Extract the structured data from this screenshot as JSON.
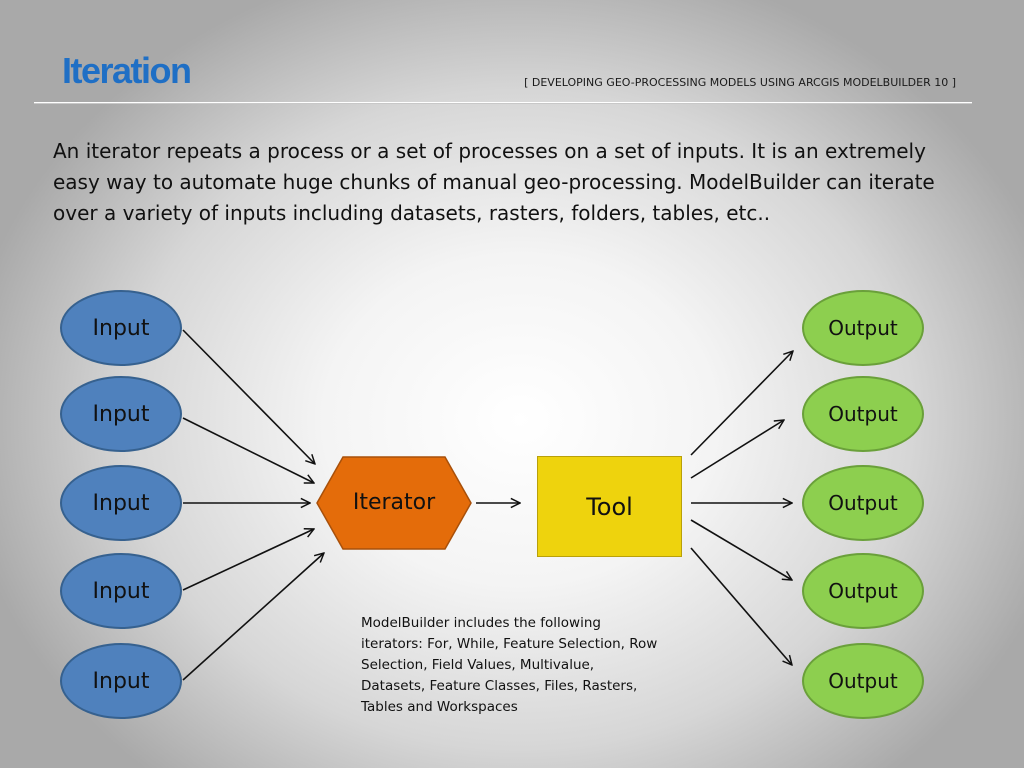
{
  "header": {
    "title": "Iteration",
    "subtitle": "[ DEVELOPING GEO-PROCESSING MODELS USING ARCGIS MODELBUILDER 10 ]"
  },
  "intro": "An iterator repeats a process or a set of processes on a set of inputs. It is an extremely easy way to automate huge chunks of manual geo-processing. ModelBuilder can iterate over a variety of inputs including datasets, rasters, folders, tables, etc..",
  "diagram": {
    "inputs": [
      "Input",
      "Input",
      "Input",
      "Input",
      "Input"
    ],
    "iterator": "Iterator",
    "tool": "Tool",
    "outputs": [
      "Output",
      "Output",
      "Output",
      "Output",
      "Output"
    ],
    "colors": {
      "input": "#4f81bd",
      "output": "#8dcf4f",
      "iterator": "#e46c0a",
      "tool": "#eed30d"
    }
  },
  "note": "ModelBuilder includes the following iterators: For, While, Feature Selection, Row Selection, Field Values, Multivalue, Datasets, Feature Classes, Files, Rasters, Tables and Workspaces"
}
